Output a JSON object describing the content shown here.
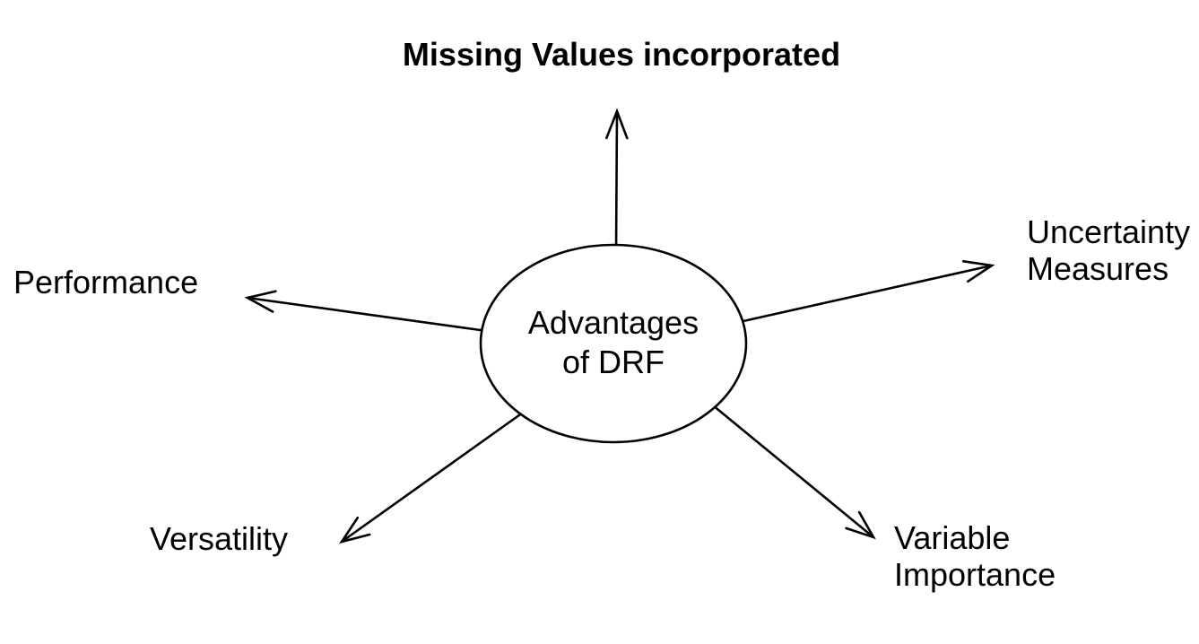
{
  "diagram": {
    "title": "DRF advantages mind map",
    "center_node": {
      "line1": "Advantages",
      "line2": "of DRF"
    },
    "spokes": {
      "top": {
        "label": "Missing Values incorporated",
        "emphasis": "bold"
      },
      "left": {
        "label": "Performance"
      },
      "right": {
        "line1": "Uncertainty",
        "line2": "Measures"
      },
      "bottom_left": {
        "label": "Versatility"
      },
      "bottom_right": {
        "line1": "Variable",
        "line2": "Importance"
      }
    },
    "colors": {
      "background": "#ffffff",
      "stroke": "#000000",
      "text": "#000000"
    }
  }
}
